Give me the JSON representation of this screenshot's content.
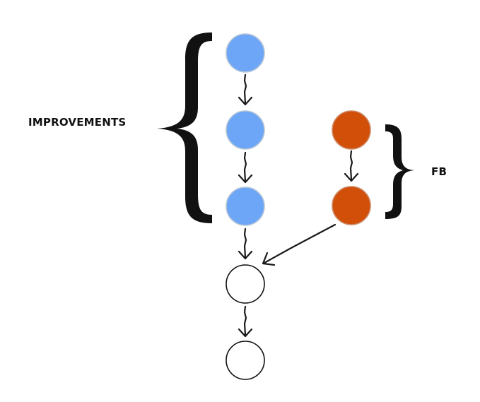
{
  "labels": {
    "improvements": "IMPROVEMENTS",
    "fb": "FB"
  },
  "colors": {
    "improvement_commit": "#6ea6f7",
    "improvement_stroke": "#b9c7d6",
    "fb_commit": "#d24f0a",
    "fb_stroke": "#cc8a67",
    "base_commit_fill": "#ffffff",
    "base_commit_stroke": "#111111",
    "ink": "#111111"
  },
  "nodes": [
    {
      "id": "improvement-1",
      "group": "improvements"
    },
    {
      "id": "improvement-2",
      "group": "improvements"
    },
    {
      "id": "improvement-3",
      "group": "improvements"
    },
    {
      "id": "fb-1",
      "group": "fb"
    },
    {
      "id": "fb-2",
      "group": "fb"
    },
    {
      "id": "base-1",
      "group": "base"
    },
    {
      "id": "base-2",
      "group": "base"
    }
  ],
  "edges": [
    {
      "from": "improvement-1",
      "to": "improvement-2"
    },
    {
      "from": "improvement-2",
      "to": "improvement-3"
    },
    {
      "from": "improvement-3",
      "to": "base-1"
    },
    {
      "from": "fb-1",
      "to": "fb-2"
    },
    {
      "from": "fb-2",
      "to": "base-1"
    },
    {
      "from": "base-1",
      "to": "base-2"
    }
  ]
}
